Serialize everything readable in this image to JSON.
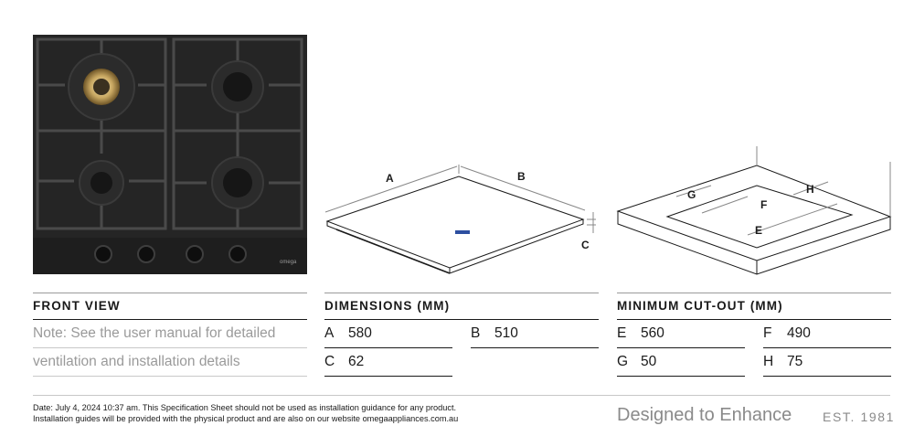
{
  "photo": {
    "brand": "omega"
  },
  "drawings": {
    "dims_labels": [
      "A",
      "B",
      "C"
    ],
    "cutout_labels": [
      "G",
      "H",
      "F",
      "E"
    ]
  },
  "front_view": {
    "title": "FRONT VIEW",
    "note_line1": "Note: See the user manual for detailed",
    "note_line2": "ventilation and installation details"
  },
  "dimensions": {
    "title": "DIMENSIONS (MM)",
    "A": {
      "key": "A",
      "value": "580"
    },
    "B": {
      "key": "B",
      "value": "510"
    },
    "C": {
      "key": "C",
      "value": "62"
    }
  },
  "cutout": {
    "title": "MINIMUM CUT-OUT (MM)",
    "E": {
      "key": "E",
      "value": "560"
    },
    "F": {
      "key": "F",
      "value": "490"
    },
    "G": {
      "key": "G",
      "value": "50"
    },
    "H": {
      "key": "H",
      "value": "75"
    }
  },
  "footer": {
    "line1": "Date: July 4, 2024 10:37 am. This Specification Sheet should not be used as installation guidance for any product.",
    "line2": "Installation guides will be provided with the physical product and are also on our website omegaappliances.com.au",
    "tagline": "Designed to Enhance",
    "est": "EST. 1981"
  }
}
